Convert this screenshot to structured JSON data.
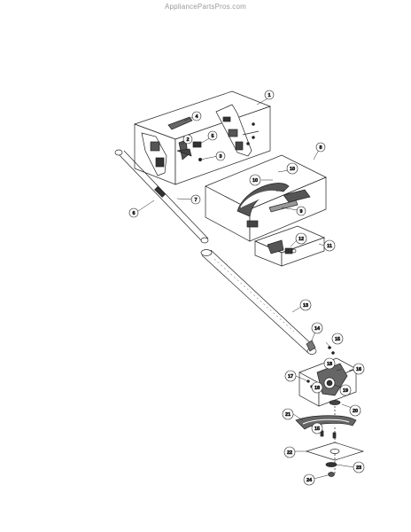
{
  "watermark": "AppliancePartsPros.com",
  "callouts": {
    "c1": "1",
    "c2": "2",
    "c3": "3",
    "c4": "4",
    "c5": "5",
    "c6": "6",
    "c7": "7",
    "c8": "8",
    "c9": "9",
    "c10a": "10",
    "c10b": "10",
    "c11": "11",
    "c12": "12",
    "c13": "13",
    "c14": "14",
    "c15a": "15",
    "c15b": "15",
    "c16": "16",
    "c17": "17",
    "c18a": "18",
    "c18b": "18",
    "c19": "19",
    "c20": "20",
    "c21": "21",
    "c22": "22",
    "c23": "23",
    "c24": "24"
  }
}
